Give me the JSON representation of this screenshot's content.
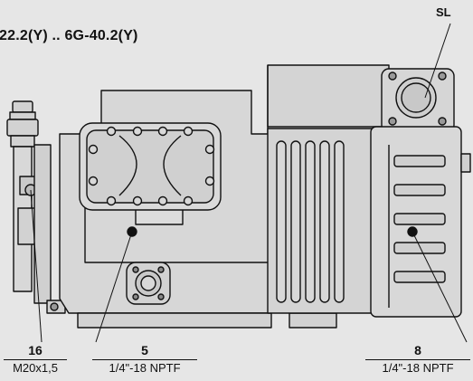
{
  "title": "22.2(Y) .. 6G-40.2(Y)",
  "connection_labels": {
    "sl": "SL",
    "c16": {
      "num": "16",
      "spec": "M20x1,5"
    },
    "c5": {
      "num": "5",
      "spec": "1/4\"-18 NPTF"
    },
    "c8": {
      "num": "8",
      "spec": "1/4\"-18 NPTF"
    }
  }
}
